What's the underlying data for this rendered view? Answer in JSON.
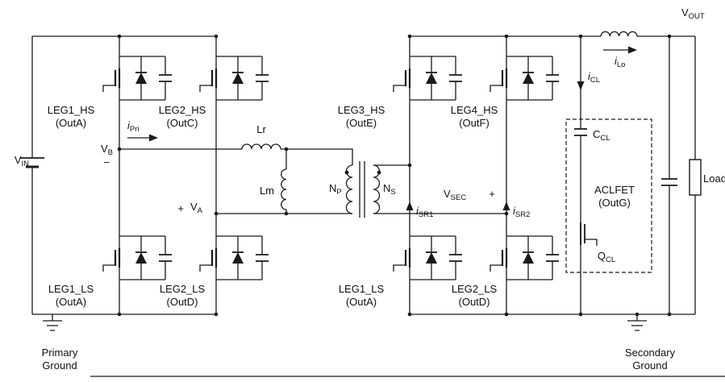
{
  "colors": {
    "wire": "#1a1a1a",
    "background": "#ffffff"
  },
  "labels": {
    "vin": {
      "base": "V",
      "sub": "IN"
    },
    "vout": {
      "base": "V",
      "sub": "OUT"
    },
    "vb": {
      "base": "V",
      "sub": "B"
    },
    "va": {
      "base": "V",
      "sub": "A"
    },
    "vsec": {
      "base": "V",
      "sub": "SEC"
    },
    "ipri": {
      "base": "i",
      "sub": "Pri"
    },
    "isr1": {
      "base": "i",
      "sub": "SR1"
    },
    "isr2": {
      "base": "i",
      "sub": "SR2"
    },
    "ilo": {
      "base": "i",
      "sub": "Lo"
    },
    "icl": {
      "base": "i",
      "sub": "CL"
    },
    "ccl": {
      "base": "C",
      "sub": "CL"
    },
    "qcl": {
      "base": "Q",
      "sub": "CL"
    },
    "np": {
      "base": "N",
      "sub": "P"
    },
    "ns": {
      "base": "N",
      "sub": "S"
    },
    "lr": "Lr",
    "lm": "Lm",
    "load": "Load",
    "minus": "−",
    "plus_va": "+",
    "plus_vsec": "+"
  },
  "switches": {
    "p_leg1_hs": {
      "name": "LEG1_HS",
      "out": "(OutA)"
    },
    "p_leg2_hs": {
      "name": "LEG2_HS",
      "out": "(OutC)"
    },
    "p_leg1_ls": {
      "name": "LEG1_LS",
      "out": "(OutA)"
    },
    "p_leg2_ls": {
      "name": "LEG2_LS",
      "out": "(OutD)"
    },
    "s_leg3_hs": {
      "name": "LEG3_HS",
      "out": "(OutE)"
    },
    "s_leg4_hs": {
      "name": "LEG4_HS",
      "out": "(OutF)"
    },
    "s_leg1_ls": {
      "name": "LEG1_LS",
      "out": "(OutA)"
    },
    "s_leg2_ls": {
      "name": "LEG2_LS",
      "out": "(OutD)"
    },
    "aclfet": {
      "name": "ACLFET",
      "out": "(OutG)"
    }
  },
  "grounds": {
    "primary": {
      "line1": "Primary",
      "line2": "Ground"
    },
    "secondary": {
      "line1": "Secondary",
      "line2": "Ground"
    }
  }
}
